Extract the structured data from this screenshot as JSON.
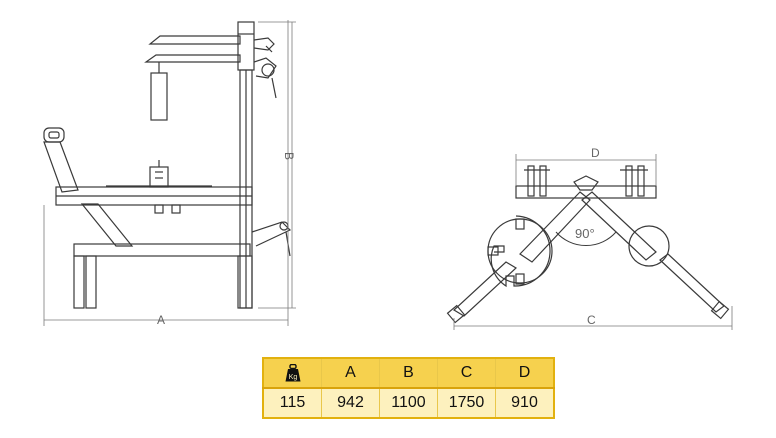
{
  "diagram": {
    "dimension_labels": {
      "a": "A",
      "b": "B",
      "c": "C",
      "d": "D",
      "angle": "90°"
    }
  },
  "spec_table": {
    "weight_icon": "weight-kg-icon",
    "weight_icon_text": "Kg",
    "headers": [
      "A",
      "B",
      "C",
      "D"
    ],
    "values": {
      "weight": "115",
      "a": "942",
      "b": "1100",
      "c": "1750",
      "d": "910"
    },
    "colors": {
      "header_bg": "#f6d14e",
      "body_bg": "#fdf1be",
      "border": "#e2b10f"
    }
  }
}
